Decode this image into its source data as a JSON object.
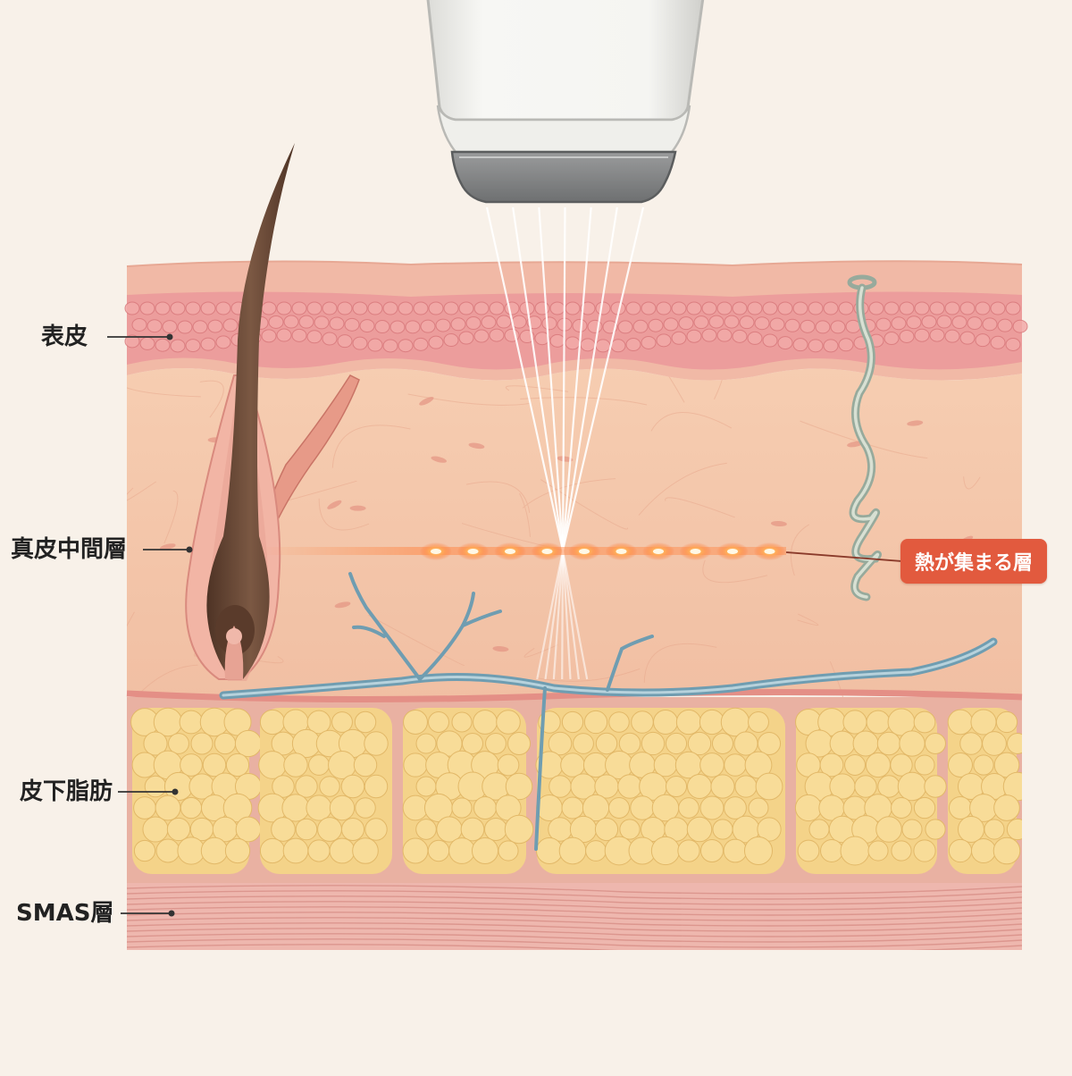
{
  "labels": {
    "epidermis": "表皮",
    "mid_dermis": "真皮中間層",
    "subcutaneous_fat": "皮下脂肪",
    "smas": "SMAS層",
    "heat_layer": "熱が集まる層"
  },
  "colors": {
    "background": "#f8f1e9",
    "epidermis": "#ec9d9c",
    "dermis": "#f4c6a9",
    "fat": "#f4d389",
    "smas": "#eeb7ae",
    "vessel": "#6f9db1",
    "hair": "#6b4a38",
    "callout": "#e25a3e",
    "heat_point": "#ff7a3a"
  },
  "device": {
    "type": "ultrasound-handpiece",
    "icon": "handpiece-icon",
    "beam_count": 7
  },
  "heat_points_count": 10
}
